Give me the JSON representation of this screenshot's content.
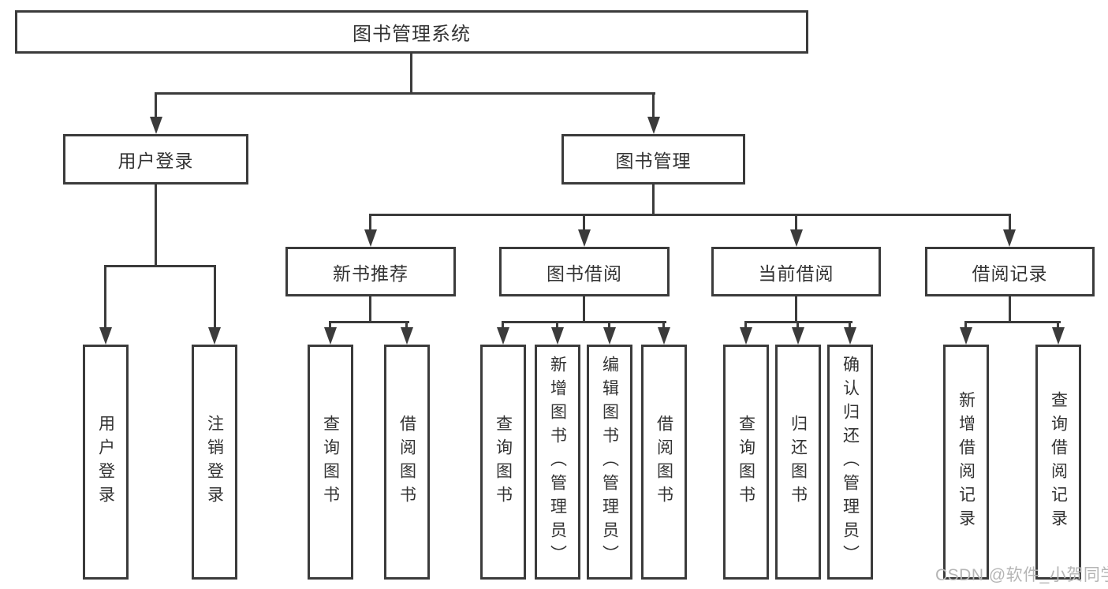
{
  "diagram": {
    "type": "hierarchy-tree",
    "root": {
      "label": "图书管理系统",
      "children": [
        {
          "label": "用户登录",
          "children": [
            {
              "label": "用户登录"
            },
            {
              "label": "注销登录"
            }
          ]
        },
        {
          "label": "图书管理",
          "children": [
            {
              "label": "新书推荐",
              "children": [
                {
                  "label": "查询图书"
                },
                {
                  "label": "借阅图书"
                }
              ]
            },
            {
              "label": "图书借阅",
              "children": [
                {
                  "label": "查询图书"
                },
                {
                  "label": "新增图书（管理员）"
                },
                {
                  "label": "编辑图书（管理员）"
                },
                {
                  "label": "借阅图书"
                }
              ]
            },
            {
              "label": "当前借阅",
              "children": [
                {
                  "label": "查询图书"
                },
                {
                  "label": "归还图书"
                },
                {
                  "label": "确认归还（管理员）"
                }
              ]
            },
            {
              "label": "借阅记录",
              "children": [
                {
                  "label": "新增借阅记录"
                },
                {
                  "label": "查询借阅记录"
                }
              ]
            }
          ]
        }
      ]
    }
  },
  "watermark": {
    "text": "CSDN @软件_小贺同学"
  },
  "colors": {
    "line": "#3b3b3b",
    "box_border": "#3b3b3b",
    "text": "#333333",
    "box_background": "#ffffff",
    "page_background": "#ffffff",
    "watermark": "#b5b5b5"
  }
}
